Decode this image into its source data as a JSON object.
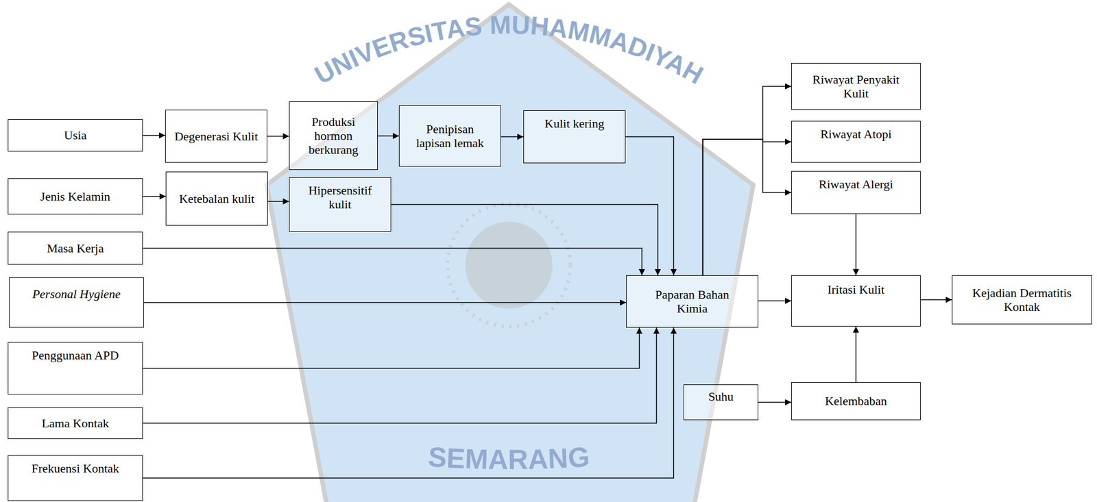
{
  "diagram": {
    "nodes": [
      {
        "text": [
          "Usia"
        ]
      },
      {
        "text": [
          "Degenerasi Kulit"
        ]
      },
      {
        "text": [
          "Produksi hormon berkurang"
        ]
      },
      {
        "text": [
          "Penipisan lapisan lemak"
        ]
      },
      {
        "text": [
          "Kulit kering"
        ]
      },
      {
        "text": [
          "Riwayat Penyakit Kulit"
        ]
      },
      {
        "text": [
          "Riwayat Atopi"
        ]
      },
      {
        "text": [
          "Jenis Kelamin"
        ]
      },
      {
        "text": [
          "Ketebalan kulit"
        ]
      },
      {
        "text": [
          "Hipersensitif kulit"
        ]
      },
      {
        "text": [
          "Riwayat Alergi"
        ]
      },
      {
        "text": [
          "Masa Kerja"
        ]
      },
      {
        "text": [
          "Personal Hygiene"
        ]
      },
      {
        "text": [
          "Paparan Bahan Kimia"
        ]
      },
      {
        "text": [
          "Iritasi Kulit"
        ]
      },
      {
        "text": [
          "Kejadian Dermatitis Kontak"
        ]
      },
      {
        "text": [
          "Penggunaan APD"
        ]
      },
      {
        "text": [
          "Suhu"
        ]
      },
      {
        "text": [
          "Kelembaban"
        ]
      },
      {
        "text": [
          "Lama Kontak"
        ]
      },
      {
        "text": [
          "Frekuensi Kontak"
        ]
      }
    ],
    "edges": [
      {
        "from": 0,
        "to": 1,
        "arrow": "to"
      },
      {
        "from": 1,
        "to": 2,
        "arrow": "to"
      },
      {
        "from": 2,
        "to": 3,
        "arrow": "to"
      },
      {
        "from": 3,
        "to": 4,
        "arrow": "to"
      },
      {
        "from": 4,
        "to": 13,
        "arrow": "to"
      },
      {
        "from": 7,
        "to": 8,
        "arrow": "to"
      },
      {
        "from": 8,
        "to": 9,
        "arrow": "to"
      },
      {
        "from": 9,
        "to": 13,
        "arrow": "to"
      },
      {
        "from": 11,
        "to": 13,
        "arrow": "to"
      },
      {
        "from": 12,
        "to": 13,
        "arrow": "to"
      },
      {
        "from": 16,
        "to": 13,
        "arrow": "to"
      },
      {
        "from": 19,
        "to": 13,
        "arrow": "to"
      },
      {
        "from": 20,
        "to": 13,
        "arrow": "to"
      },
      {
        "from": 13,
        "to": 5,
        "arrow": "to"
      },
      {
        "from": 13,
        "to": 6,
        "arrow": "to"
      },
      {
        "from": 13,
        "to": 10,
        "arrow": "to"
      },
      {
        "from": 10,
        "to": 14,
        "arrow": "to"
      },
      {
        "from": 13,
        "to": 14,
        "arrow": "to"
      },
      {
        "from": 14,
        "to": 15,
        "arrow": "to"
      },
      {
        "from": 17,
        "to": 18,
        "arrow": "to"
      },
      {
        "from": 18,
        "to": 14,
        "arrow": "to"
      }
    ],
    "labels": [
      "UNIVERSITAS MUHAMMADIYAH",
      "SEMARANG"
    ]
  }
}
